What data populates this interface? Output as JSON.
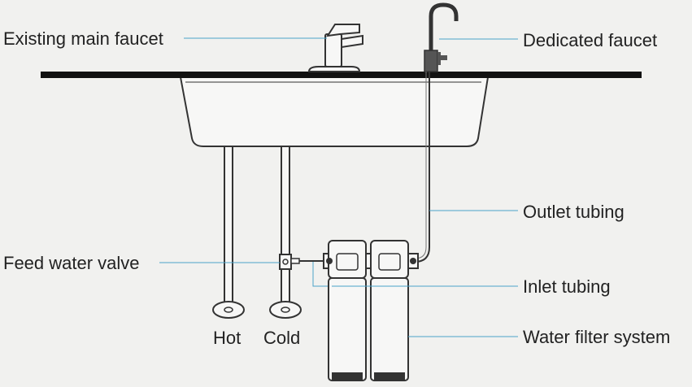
{
  "labels": {
    "existing_faucet": "Existing main faucet",
    "dedicated_faucet": "Dedicated faucet",
    "outlet_tubing": "Outlet tubing",
    "feed_valve": "Feed water valve",
    "inlet_tubing": "Inlet tubing",
    "filter_system": "Water filter system",
    "hot": "Hot",
    "cold": "Cold"
  },
  "colors": {
    "background": "#f1f1ef",
    "line": "#333333",
    "leader": "#4aa3c8",
    "counter": "#111111"
  }
}
